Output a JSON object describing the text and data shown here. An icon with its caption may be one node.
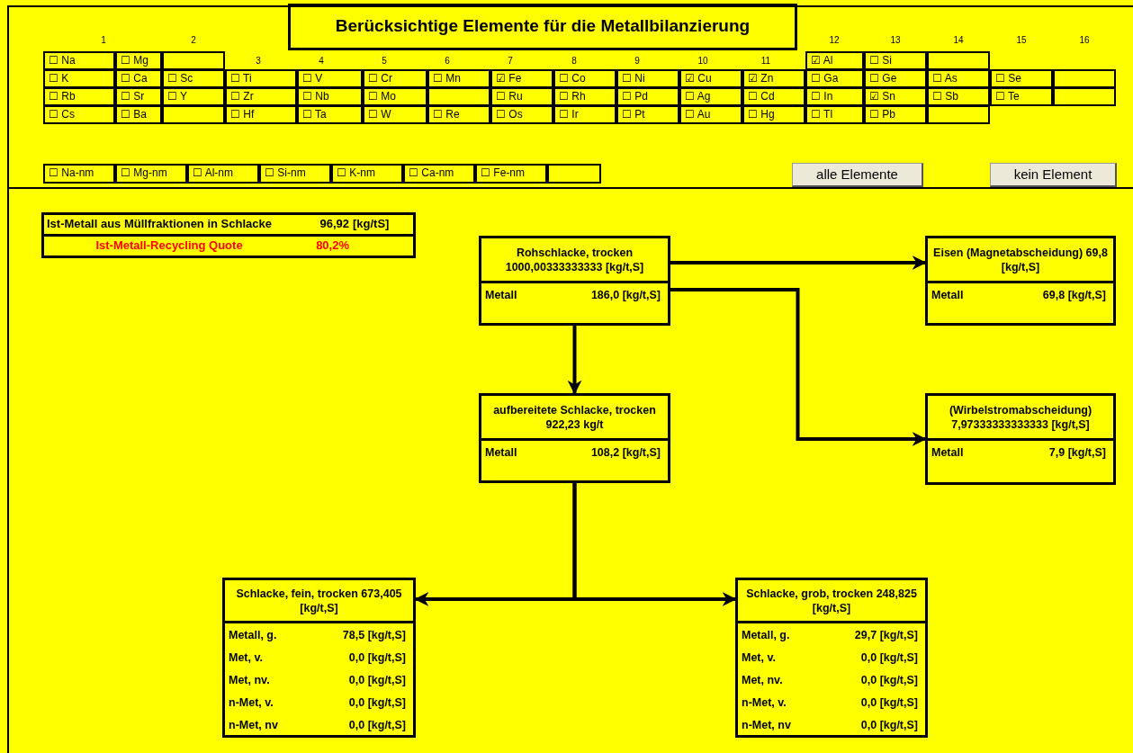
{
  "diagram": {
    "title": "Berücksichtige Elemente für die Metallbilanzierung",
    "nodes": [
      {
        "text": [
          "Rohschlacke, trocken 1000,00333333333 [kg/t,S]",
          "Metall",
          "186,0 [kg/t,S]"
        ]
      },
      {
        "text": [
          "Eisen (Magnetabscheidung) 69,8 [kg/t,S]",
          "Metall",
          "69,8 [kg/t,S]"
        ]
      },
      {
        "text": [
          "aufbereitete Schlacke, trocken 922,23 kg/t",
          "Metall",
          "108,2 [kg/t,S]"
        ]
      },
      {
        "text": [
          "(Wirbelstromabscheidung) 7,97333333333333 [kg/t,S]",
          "Metall",
          "7,9 [kg/t,S]"
        ]
      },
      {
        "text": [
          "Schlacke, fein, trocken 673,405 [kg/t,S]",
          "Metall, g.",
          "78,5 [kg/t,S]",
          "Met, v.",
          "0,0 [kg/t,S]",
          "Met, nv.",
          "0,0 [kg/t,S]",
          "n-Met, v.",
          "0,0 [kg/t,S]",
          "n-Met, nv",
          "0,0 [kg/t,S]"
        ]
      },
      {
        "text": [
          "Schlacke, grob, trocken 248,825 [kg/t,S]",
          "Metall, g.",
          "29,7 [kg/t,S]",
          "Met, v.",
          "0,0 [kg/t,S]",
          "Met, nv.",
          "0,0 [kg/t,S]",
          "n-Met, v.",
          "0,0 [kg/t,S]",
          "n-Met, nv",
          "0,0 [kg/t,S]"
        ]
      }
    ],
    "edges": [
      {
        "from": 0,
        "to": 2,
        "arrow": "to"
      },
      {
        "from": 0,
        "to": 1,
        "arrow": "to"
      },
      {
        "from": 0,
        "to": 3,
        "arrow": "to"
      },
      {
        "from": 2,
        "to": 4,
        "arrow": "to"
      },
      {
        "from": 2,
        "to": 5,
        "arrow": "to"
      }
    ],
    "labels": [
      "1",
      "2",
      "12",
      "13",
      "14",
      "15",
      "16",
      "☐ Na",
      "☐ Mg",
      "3",
      "4",
      "5",
      "6",
      "7",
      "8",
      "9",
      "10",
      "11",
      "☑ Al",
      "☐ Si",
      "☐ K",
      "☐ Ca",
      "☐ Sc",
      "☐ Ti",
      "☐ V",
      "☐ Cr",
      "☐ Mn",
      "☑ Fe",
      "☐ Co",
      "☐ Ni",
      "☑ Cu",
      "☑ Zn",
      "☐ Ga",
      "☐ Ge",
      "☐ As",
      "☐ Se",
      "☐ Rb",
      "☐ Sr",
      "☐ Y",
      "☐ Zr",
      "☐ Nb",
      "☐ Mo",
      "☐ Ru",
      "☐ Rh",
      "☐ Pd",
      "☐ Ag",
      "☐ Cd",
      "☐ In",
      "☑ Sn",
      "☐ Sb",
      "☐ Te",
      "☐ Cs",
      "☐ Ba",
      "☐ Hf",
      "☐ Ta",
      "☐ W",
      "☐ Re",
      "☐ Os",
      "☐ Ir",
      "☐ Pt",
      "☐ Au",
      "☐ Hg",
      "☐ Tl",
      "☐ Pb",
      "☐ Na-nm",
      "☐ Mg-nm",
      "☐ Al-nm",
      "☐ Si-nm",
      "☐ K-nm",
      "☐ Ca-nm",
      "☐ Fe-nm",
      "alle Elemente",
      "kein Element",
      "Ist-Metall aus Müllfraktionen in Schlacke",
      "96,92",
      "[kg/tS]",
      "Ist-Metall-Recycling Quote",
      "80,2%"
    ]
  }
}
